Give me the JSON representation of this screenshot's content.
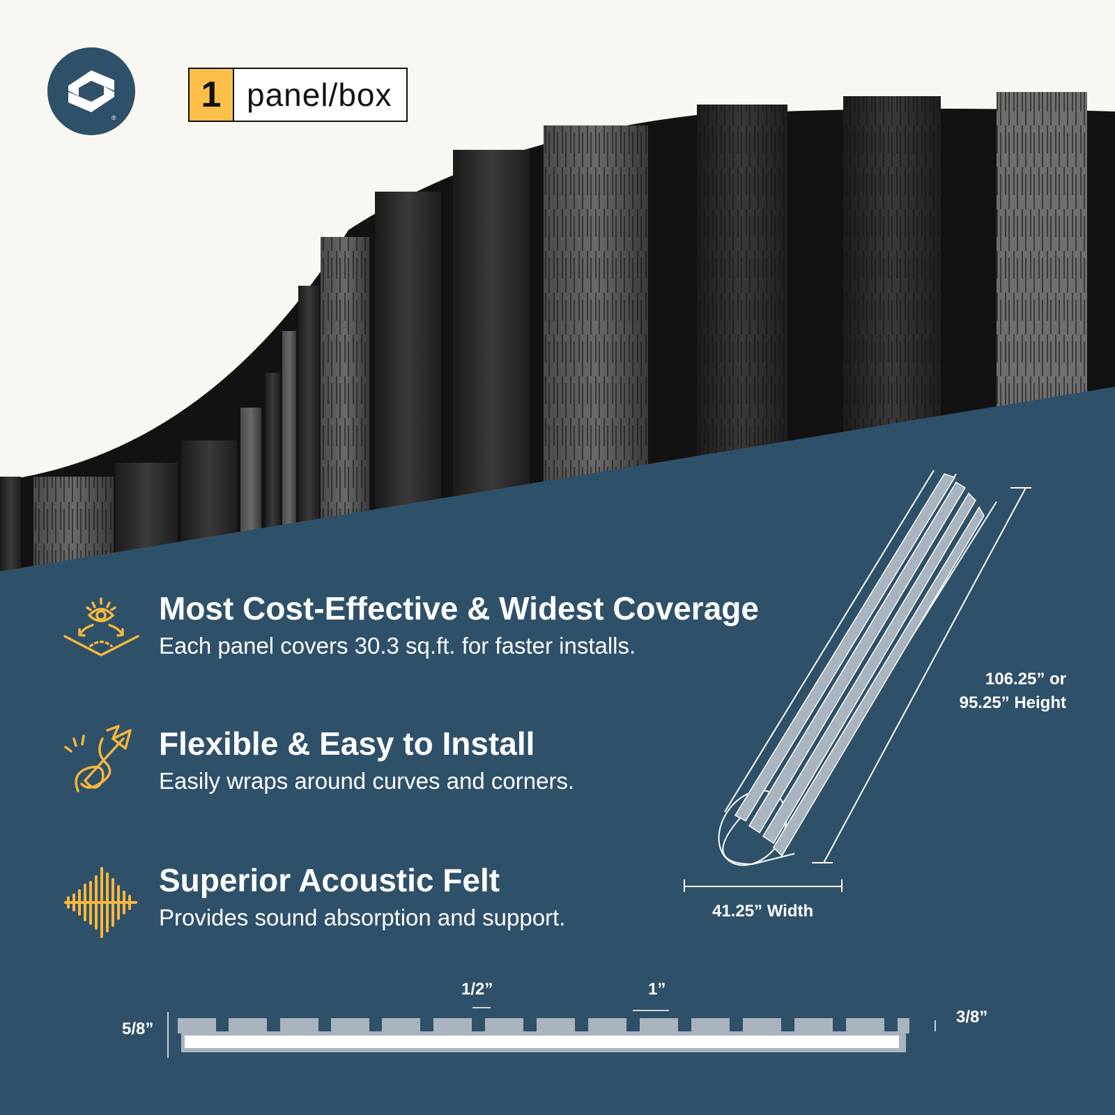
{
  "brand": {
    "logo_icon": "s-monogram-logo-icon",
    "registered_mark": "®"
  },
  "badge": {
    "count": "1",
    "label": "panel/box",
    "accent_color": "#fbbf4a"
  },
  "colors": {
    "background": "#f8f7f1",
    "navy": "#2f5069",
    "gold": "#f6b73c",
    "slat_gray": "#a9b4bf"
  },
  "features": [
    {
      "icon": "eye-coverage-icon",
      "title": "Most Cost-Effective & Widest Coverage",
      "subtitle": "Each panel covers 30.3 sq.ft. for faster installs."
    },
    {
      "icon": "flexible-arrows-icon",
      "title": "Flexible & Easy to Install",
      "subtitle": "Easily wraps around curves and corners."
    },
    {
      "icon": "sound-wave-icon",
      "title": "Superior Acoustic Felt",
      "subtitle": "Provides sound absorption and support."
    }
  ],
  "roll_diagram": {
    "height_label_line1": "106.25” or",
    "height_label_line2": "95.25” Height",
    "width_label": "41.25” Width"
  },
  "profile_diagram": {
    "gap_label": "1/2”",
    "slat_label": "1”",
    "total_thickness_label": "5/8”",
    "felt_thickness_label": "3/8”"
  }
}
